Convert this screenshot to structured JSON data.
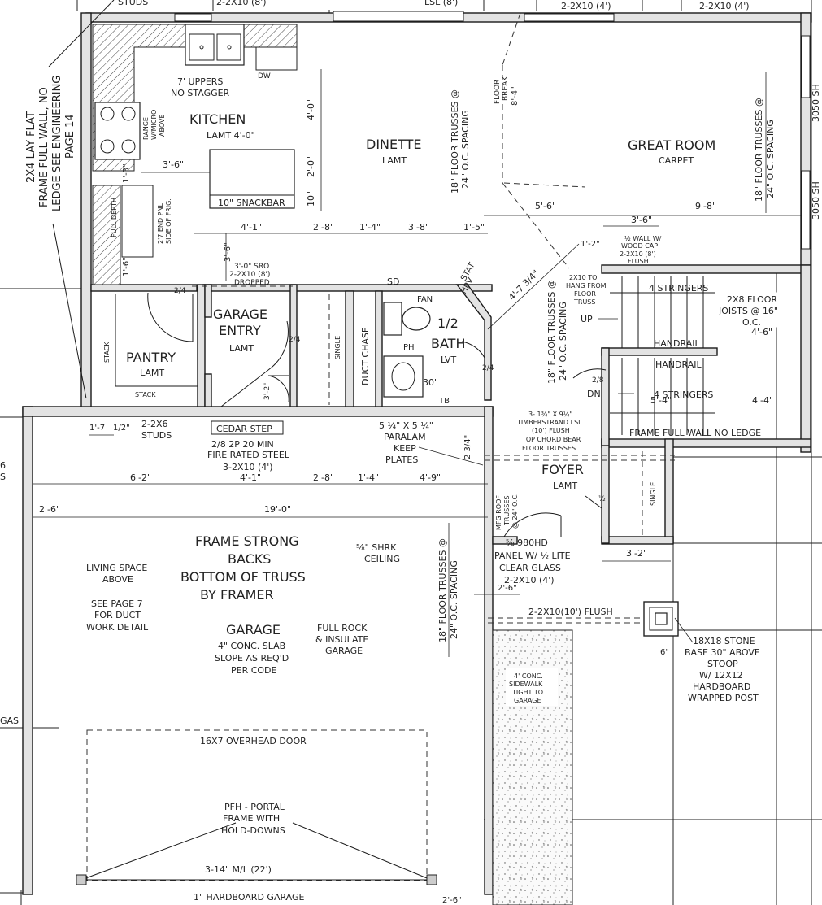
{
  "rooms": {
    "kitchen": {
      "name": "KITCHEN",
      "floor": "LAMT",
      "uppers": "7' UPPERS",
      "uppers2": "NO STAGGER",
      "dw": "DW",
      "range": "RANGE",
      "range2": "W/MICRO",
      "range3": "ABOVE",
      "fd": "FULL DEPTH",
      "endpanel": "2'7 END PNL",
      "endpanel2": "SIDE OF FRIG."
    },
    "dinette": {
      "name": "DINETTE",
      "floor": "LAMT"
    },
    "great_room": {
      "name": "GREAT ROOM",
      "floor": "CARPET"
    },
    "pantry": {
      "name": "PANTRY",
      "floor": "LAMT",
      "stack1": "STACK",
      "stack2": "STACK"
    },
    "garage_entry": {
      "name1": "GARAGE",
      "name2": "ENTRY",
      "floor": "LAMT"
    },
    "half_bath": {
      "name1": "1/2",
      "name2": "BATH",
      "floor": "LVT",
      "fan": "FAN",
      "ph": "PH",
      "tb": "TB",
      "sink": "30\"",
      "stat": "STAT",
      "hrv": "HRV"
    },
    "foyer": {
      "name": "FOYER",
      "floor": "LAMT"
    },
    "garage": {
      "name": "GARAGE",
      "slab": "4\" CONC. SLAB",
      "slope": "SLOPE AS REQ'D",
      "code": "PER CODE"
    }
  },
  "notes": {
    "lay_flat_1": "2X4 LAY FLAT",
    "lay_flat_2": "FRAME FULL WALL, NO",
    "lay_flat_3": "LEDGE SEE ENGINEERING",
    "lay_flat_4": "PAGE 14",
    "island": "10\" SNACKBAR",
    "island_w": "LAMT  4'-0\"",
    "sd": "SD",
    "duct_chase": "DUCT CHASE",
    "single1": "SINGLE",
    "single2": "SINGLE",
    "sro1": "3'-0\" SRO",
    "sro2": "2-2X10 (8')",
    "sro3": "DROPPED",
    "floor_break1": "FLOOR",
    "floor_break2": "BREAK",
    "floor_break3": "8'-4\"",
    "trusses_1a": "18\" FLOOR TRUSSES @",
    "trusses_1b": "24\" O.C. SPACING",
    "trusses_2a": "18\" FLOOR TRUSSES @",
    "trusses_2b": "24\" O.C. SPACING",
    "trusses_3a": "18\" FLOOR TRUSSES @",
    "trusses_3b": "24\" O.C. SPACING",
    "trusses_4a": "18\" FLOOR TRUSSES @",
    "trusses_4b": "24\" O.C. SPACING",
    "hang1": "2X10 TO",
    "hang2": "HANG FROM",
    "hang3": "FLOOR",
    "hang4": "TRUSS",
    "halfwall1": "½ WALL W/",
    "halfwall2": "WOOD CAP",
    "halfwall3": "2-2X10 (8')",
    "halfwall4": "FLUSH",
    "stringers1": "4 STRINGERS",
    "stringers2": "4 STRINGERS",
    "joists1": "2X8 FLOOR",
    "joists2": "JOISTS @ 16\"",
    "joists3": "O.C.",
    "handrail1": "HANDRAIL",
    "handrail2": "HANDRAIL",
    "up": "UP",
    "dn": "DN",
    "frame_full": "FRAME FULL WALL NO LEDGE",
    "lsl1": "3- 1¾\" X 9¼\"",
    "lsl2": "TIMBERSTRAND LSL",
    "lsl3": "(10') FLUSH",
    "lsl4": "TOP CHORD BEAR",
    "lsl5": "FLOOR TRUSSES",
    "paralam1": "5 ¼\" X 5 ¼\"",
    "paralam2": "PARALAM",
    "paralam3": "KEEP",
    "paralam4": "PLATES",
    "studs_top": "STUDS",
    "studs1": "2-2X6",
    "studs2": "STUDS",
    "cedar": "CEDAR STEP",
    "fire1": "2/8 2P 20 MIN",
    "fire2": "FIRE RATED STEEL",
    "fire3": "3-2X10 (4')",
    "mfg1": "MFG ROOF",
    "mfg2": "TRUSSES",
    "mfg3": "@ 24\" O.C.",
    "door1": "⅝ 980HD",
    "door2": "PANEL W/ ½ LITE",
    "door3": "CLEAR GLASS",
    "door4": "2-2X10 (4')",
    "frame_strong1": "FRAME STRONG",
    "frame_strong2": "BACKS",
    "frame_strong3": "BOTTOM OF TRUSS",
    "frame_strong4": "BY FRAMER",
    "shrk1": "⅝\" SHRK",
    "shrk2": "CEILING",
    "living1": "LIVING SPACE",
    "living2": "ABOVE",
    "seepage1": "SEE PAGE 7",
    "seepage2": "FOR DUCT",
    "seepage3": "WORK DETAIL",
    "rock1": "FULL ROCK",
    "rock2": "& INSULATE",
    "rock3": "GARAGE",
    "flush_beam": "2-2X10(10') FLUSH",
    "stone1": "18X18 STONE",
    "stone2": "BASE 30\" ABOVE",
    "stone3": "STOOP",
    "stone4": "W/ 12X12",
    "stone5": "HARDBOARD",
    "stone6": "WRAPPED POST",
    "sidewalk1": "4' CONC.",
    "sidewalk2": "SIDEWALK",
    "sidewalk3": "TIGHT TO",
    "sidewalk4": "GARAGE",
    "ohd": "16X7 OVERHEAD DOOR",
    "pfh1": "PFH - PORTAL",
    "pfh2": "FRAME WITH",
    "pfh3": "HOLD-DOWNS",
    "header_ohd": "3-14\" M/L (22')",
    "hardboard": "1\" HARDBOARD GARAGE",
    "win1": "3050 SH",
    "win2": "3050 SH",
    "gas": "GAS",
    "s_edge": "S",
    "six_edge": "6"
  },
  "dims": {
    "top1": "2-2X10 (8')",
    "top2": "LSL (8')",
    "top3": "2-2X10 (4')",
    "top4": "2-2X10 (4')",
    "k_36": "3'-6\"",
    "k_40v": "4'-0\"",
    "k_20v": "2'-0\"",
    "k_10v": "10\"",
    "k_13v": "1'-3\"",
    "k_16v": "1'-6\"",
    "k_36v": "3'-6\"",
    "r_41": "4'-1\"",
    "r_28": "2'-8\"",
    "r_14": "1'-4\"",
    "r_38": "3'-8\"",
    "r_15": "1'-5\"",
    "g_56": "5'-6\"",
    "g_98": "9'-8\"",
    "g_36": "3'-6\"",
    "g_12": "1'-2\"",
    "diag_47": "4'-7 3/4\"",
    "door_24a": "2/4",
    "door_24b": "2/4",
    "door_24c": "2/4",
    "door_32": "3'-2\"",
    "door_28": "2/8",
    "stair_46": "4'-6\"",
    "stair_54": "5'-4\"",
    "stair_44": "4'-4\"",
    "b_17": "1'-7",
    "b_half": "1/2\"",
    "b_234": "2 3/4\"",
    "m_62": "6'-2\"",
    "m_41": "4'-1\"",
    "m_28": "2'-8\"",
    "m_14": "1'-4\"",
    "m_49": "4'-9\"",
    "w_26": "2'-6\"",
    "w_190": "19'-0\"",
    "f_32": "3'-2\"",
    "f_26": "2'-6\"",
    "f_half": "½",
    "post_6": "6\"",
    "bottom_26": "2'-6\""
  }
}
